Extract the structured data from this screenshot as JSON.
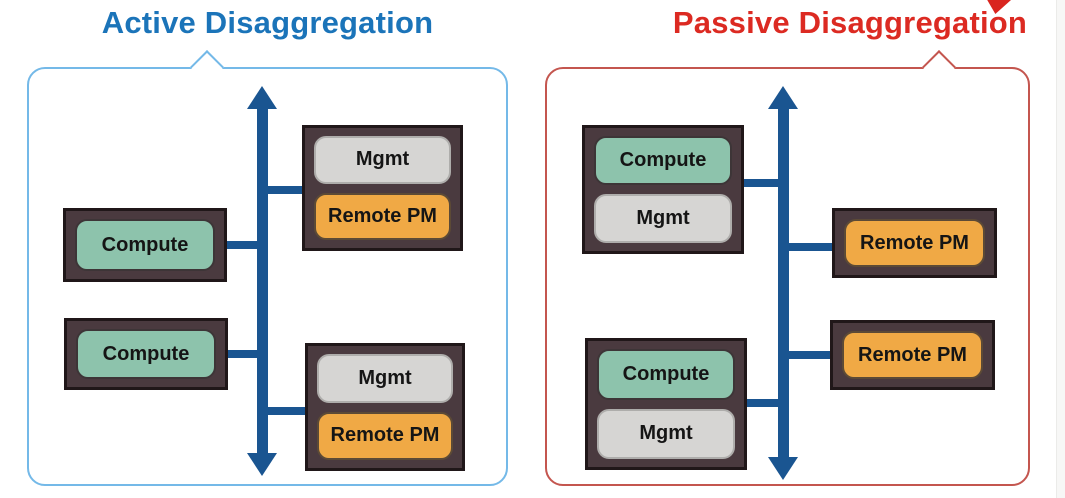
{
  "colors": {
    "active_title": "#1b74b9",
    "active_border": "#74b9e8",
    "passive_title": "#dc2a22",
    "passive_border": "#c4564f",
    "bus_arrow_blue": "#1a5591",
    "node_frame_dark": "#4a3a3f",
    "compute_fill": "#8dc3ac",
    "mgmt_fill": "#d6d5d3",
    "remote_pm_fill": "#f0a945",
    "annotation_arrow_red": "#d9251f"
  },
  "active_panel": {
    "title": "Active Disaggregation",
    "compute_nodes": [
      {
        "label": "Compute"
      },
      {
        "label": "Compute"
      }
    ],
    "combo_nodes": [
      {
        "top": "Mgmt",
        "bottom": "Remote PM"
      },
      {
        "top": "Mgmt",
        "bottom": "Remote PM"
      }
    ]
  },
  "passive_panel": {
    "title": "Passive Disaggregation",
    "combo_nodes": [
      {
        "top": "Compute",
        "bottom": "Mgmt"
      },
      {
        "top": "Compute",
        "bottom": "Mgmt"
      }
    ],
    "remote_nodes": [
      {
        "label": "Remote PM"
      },
      {
        "label": "Remote PM"
      }
    ]
  }
}
